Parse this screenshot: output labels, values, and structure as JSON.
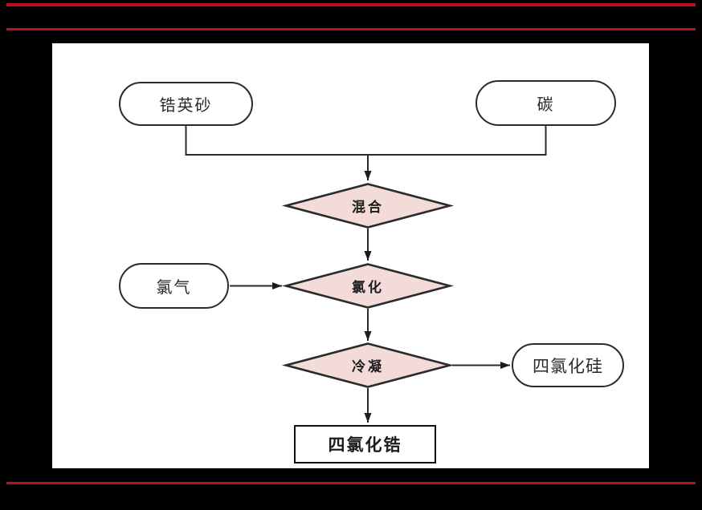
{
  "page": {
    "background": "#000000",
    "panel_background": "#ffffff",
    "accent_red": "#c00d1e"
  },
  "flowchart": {
    "stroke_color": "#2b2b2b",
    "decision_fill": "#f2dbd8",
    "nodes": {
      "zircon_sand": {
        "label": "锆英砂",
        "shape": "stadium"
      },
      "carbon": {
        "label": "碳",
        "shape": "stadium"
      },
      "mixing": {
        "label": "混合",
        "shape": "diamond"
      },
      "chlorine_gas": {
        "label": "氯气",
        "shape": "stadium"
      },
      "chlorination": {
        "label": "氯化",
        "shape": "diamond"
      },
      "condensation": {
        "label": "冷凝",
        "shape": "diamond"
      },
      "silicon_tetrachloride": {
        "label": "四氯化硅",
        "shape": "stadium"
      },
      "zirconium_tetrachloride": {
        "label": "四氯化锆",
        "shape": "rectangle"
      }
    },
    "edges": [
      {
        "from": "zircon_sand",
        "to": "mixing"
      },
      {
        "from": "carbon",
        "to": "mixing"
      },
      {
        "from": "mixing",
        "to": "chlorination"
      },
      {
        "from": "chlorine_gas",
        "to": "chlorination"
      },
      {
        "from": "chlorination",
        "to": "condensation"
      },
      {
        "from": "condensation",
        "to": "silicon_tetrachloride"
      },
      {
        "from": "condensation",
        "to": "zirconium_tetrachloride"
      }
    ]
  }
}
